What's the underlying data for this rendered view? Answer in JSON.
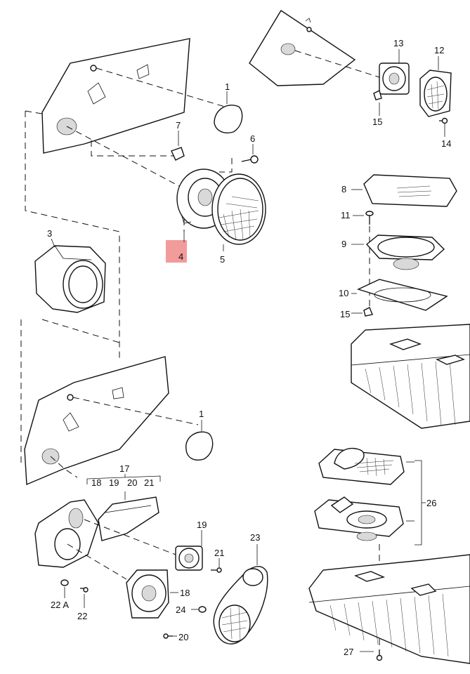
{
  "labels": {
    "p1_top": "1",
    "p1_bottom": "1",
    "p3": "3",
    "p4": "4",
    "p5": "5",
    "p6": "6",
    "p7": "7",
    "p8": "8",
    "p9": "9",
    "p10": "10",
    "p11": "11",
    "p12": "12",
    "p13": "13",
    "p14": "14",
    "p15_top": "15",
    "p15_mid": "15",
    "p17": "17",
    "p18_group": "18",
    "p19_group": "19",
    "p20_group": "20",
    "p21_group": "21",
    "p18": "18",
    "p19": "19",
    "p20": "20",
    "p21": "21",
    "p22a": "22 A",
    "p22": "22",
    "p23": "23",
    "p24": "24",
    "p26": "26",
    "p27": "27"
  },
  "highlight": {
    "part": "4",
    "color": "#f08a8a"
  }
}
